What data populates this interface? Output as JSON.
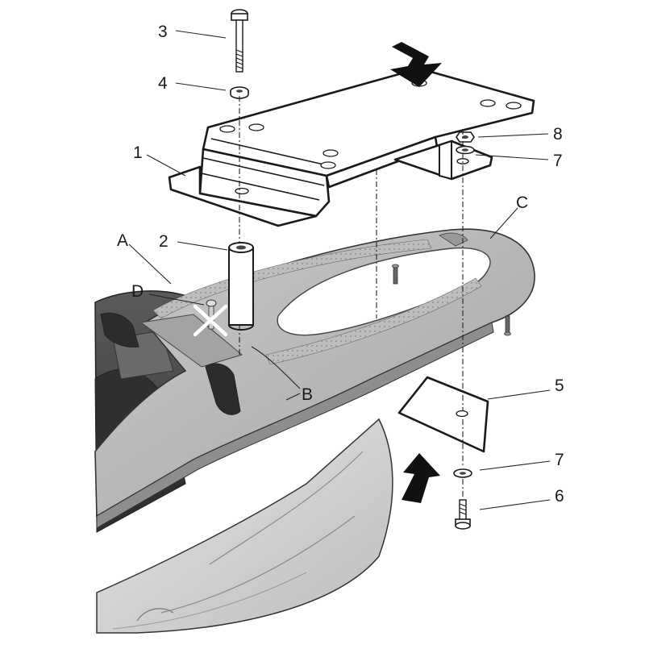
{
  "diagram": {
    "callouts": [
      {
        "id": "3",
        "text": "3"
      },
      {
        "id": "4",
        "text": "4"
      },
      {
        "id": "1",
        "text": "1"
      },
      {
        "id": "2",
        "text": "2"
      },
      {
        "id": "A",
        "text": "A"
      },
      {
        "id": "D",
        "text": "D"
      },
      {
        "id": "8",
        "text": "8"
      },
      {
        "id": "7a",
        "text": "7"
      },
      {
        "id": "C",
        "text": "C"
      },
      {
        "id": "5",
        "text": "5"
      },
      {
        "id": "B",
        "text": "B"
      },
      {
        "id": "7b",
        "text": "7"
      },
      {
        "id": "6",
        "text": "6"
      }
    ],
    "colors": {
      "rack": "#b9b9b9",
      "rack_dark": "#8e8e8e",
      "body": "#4a4a4a",
      "light": "#d9d9d9",
      "arrow": "#111111"
    },
    "icons": [
      "arrow-down-icon",
      "arrow-up-icon",
      "cross-mark-icon"
    ]
  }
}
